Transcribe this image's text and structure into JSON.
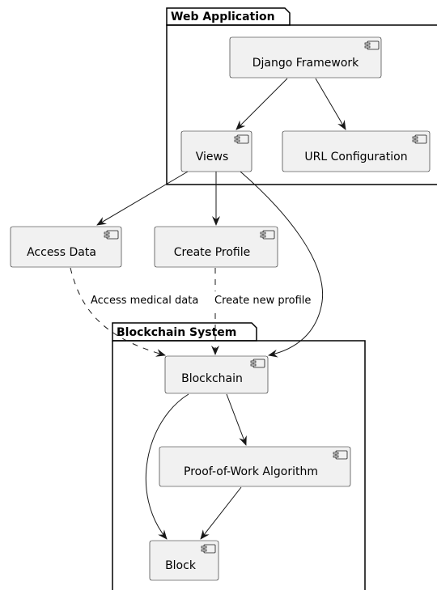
{
  "packages": {
    "web_app": {
      "title": "Web Application"
    },
    "blockchain_system": {
      "title": "Blockchain System"
    }
  },
  "components": {
    "django": "Django Framework",
    "views": "Views",
    "url_config": "URL Configuration",
    "access_data": "Access Data",
    "create_profile": "Create Profile",
    "blockchain": "Blockchain",
    "pow": "Proof-of-Work Algorithm",
    "block": "Block"
  },
  "edge_labels": {
    "access_medical": "Access medical data",
    "create_new_profile": "Create new profile"
  },
  "colors": {
    "component_fill": "#f1f1f1",
    "component_border": "#181818",
    "line": "#181818",
    "package_border": "#000000"
  },
  "icons": [
    "component-icon"
  ]
}
